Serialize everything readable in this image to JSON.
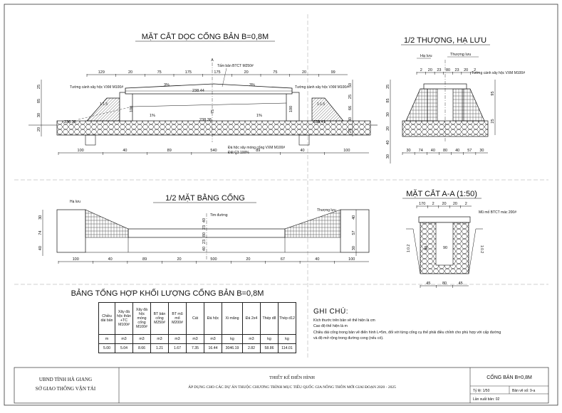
{
  "titles": {
    "long_section": "MẶT CẮT DỌC CỐNG BẢN B=0,8M",
    "half_elevation": "1/2 THƯỢNG, HẠ LƯU",
    "half_plan": "1/2 MẶT BẰNG CỐNG",
    "section_aa": "MẶT CẮT A-A (1:50)",
    "table_title": "BẢNG TỔNG HỢP KHỐI LƯỢNG CỐNG BẢN B=0,8M",
    "notes_title": "GHI CHÚ:"
  },
  "long_section": {
    "top_dims": [
      "129",
      "20",
      "75",
      "175",
      "175",
      "20",
      "75",
      "20",
      "99"
    ],
    "bottom_dims": [
      "100",
      "40",
      "89",
      "540",
      "89",
      "40",
      "100"
    ],
    "left_dims": [
      "25",
      "85",
      "30",
      "20"
    ],
    "right_dims": [
      "50",
      "25",
      "66",
      "30",
      "25"
    ],
    "elev_left": "238.38",
    "elev_center_top": "238.44",
    "elev_center_bot": "238.38",
    "elev_right": "238.41",
    "slope_left": "1:1.5",
    "slope_right": "1:1.5",
    "grade_top": "3%",
    "grade_top2": "3%",
    "grade_mid": "1%",
    "grade_mid2": "1%",
    "inner_dims": [
      "100",
      "75",
      "100"
    ],
    "section_mark": "A",
    "callout_slab": "Tấm bản BTCT M250#",
    "callout_wall_left": "Tường cánh xây hộc VXM M100#",
    "callout_wall_right": "Tường cánh xây hộc VXM M100#",
    "callout_found": "Đá hộc xây móng cống VXM M100#",
    "callout_fill": "Đất C3 100%"
  },
  "half_elevation": {
    "label_downstream": "Hạ lưu",
    "label_upstream": "Thượng lưu",
    "top_dims": [
      "2",
      "20",
      "23",
      "80",
      "23",
      "20",
      "2"
    ],
    "left_dims": [
      "25",
      "85",
      "30",
      "20",
      "40",
      "30"
    ],
    "right_dims": [
      "95",
      "25"
    ],
    "bottom_dims": [
      "30",
      "74",
      "40",
      "80",
      "40",
      "57",
      "30"
    ],
    "callout_wall": "Tường cánh xây hộc VXM M100#"
  },
  "half_plan": {
    "label_downstream": "Hạ lưu",
    "label_upstream": "Thượng lưu",
    "label_center": "Tim đường",
    "left_dims": [
      "30",
      "74",
      "40"
    ],
    "right_dims": [
      "40",
      "57",
      "30"
    ],
    "center_dims": [
      "40",
      "23",
      "80",
      "23",
      "40"
    ],
    "bottom_dims": [
      "100",
      "40",
      "89",
      "20",
      "500",
      "20",
      "67",
      "40",
      "100"
    ]
  },
  "section_aa": {
    "top_dims": [
      "170",
      "2",
      "20",
      "20",
      "2"
    ],
    "inner": "90",
    "side": "80",
    "slope_left": "1:0.2",
    "slope_right": "1:0.2",
    "bottom_dims": [
      "45",
      "80",
      "45"
    ],
    "callout": "Mũ mố BTCT mác 200#"
  },
  "volume_table": {
    "headers": [
      "Chiều dài bản",
      "Xây đá hộc thân +TC M100#",
      "Xây đá hộc móng cống M100#",
      "BT bản cống M250#",
      "BT mũ mố M200#",
      "Cát",
      "Đá hộc",
      "Xi măng",
      "Đá 2x4",
      "Thép d8",
      "Thép d12"
    ],
    "units": [
      "m",
      "m3",
      "m3",
      "m3",
      "m3",
      "m3",
      "m3",
      "kg",
      "m3",
      "kg",
      "kg"
    ],
    "values": [
      "5.00",
      "5.04",
      "8.66",
      "1.21",
      "1.67",
      "7.35",
      "16.44",
      "3046.19",
      "2.82",
      "58.86",
      "114.01"
    ]
  },
  "notes": [
    "Kích thước trên bản vẽ thể hiện là cm",
    "Cao độ thể hiện là m",
    "Chiều dài cống trong bản vẽ điển hình L=5m, đối với từng cống cụ thể phải điều chỉnh cho phù hợp với cấp đường",
    "và độ mở rộng trong đường cong (nếu có)."
  ],
  "title_block": {
    "org1": "UBND TỈNH HÀ GIANG",
    "org2": "SỞ GIAO THÔNG VẬN TẢI",
    "doc_title": "THIẾT KẾ ĐIỂN HÌNH",
    "doc_sub": "ÁP DỤNG CHO CÁC DỰ ÁN THUỘC CHƯƠNG TRÌNH MỤC TIÊU QUỐC GIA NÔNG THÔN MỚI GIAI ĐOẠN 2020 - 2025",
    "sheet_name": "CỐNG BẢN B=0,8M",
    "scale": "Tỷ lệ: 1/50",
    "drawing_no": "Bản vẽ số: 9-a",
    "revision": "Lần xuất bản: 02"
  }
}
